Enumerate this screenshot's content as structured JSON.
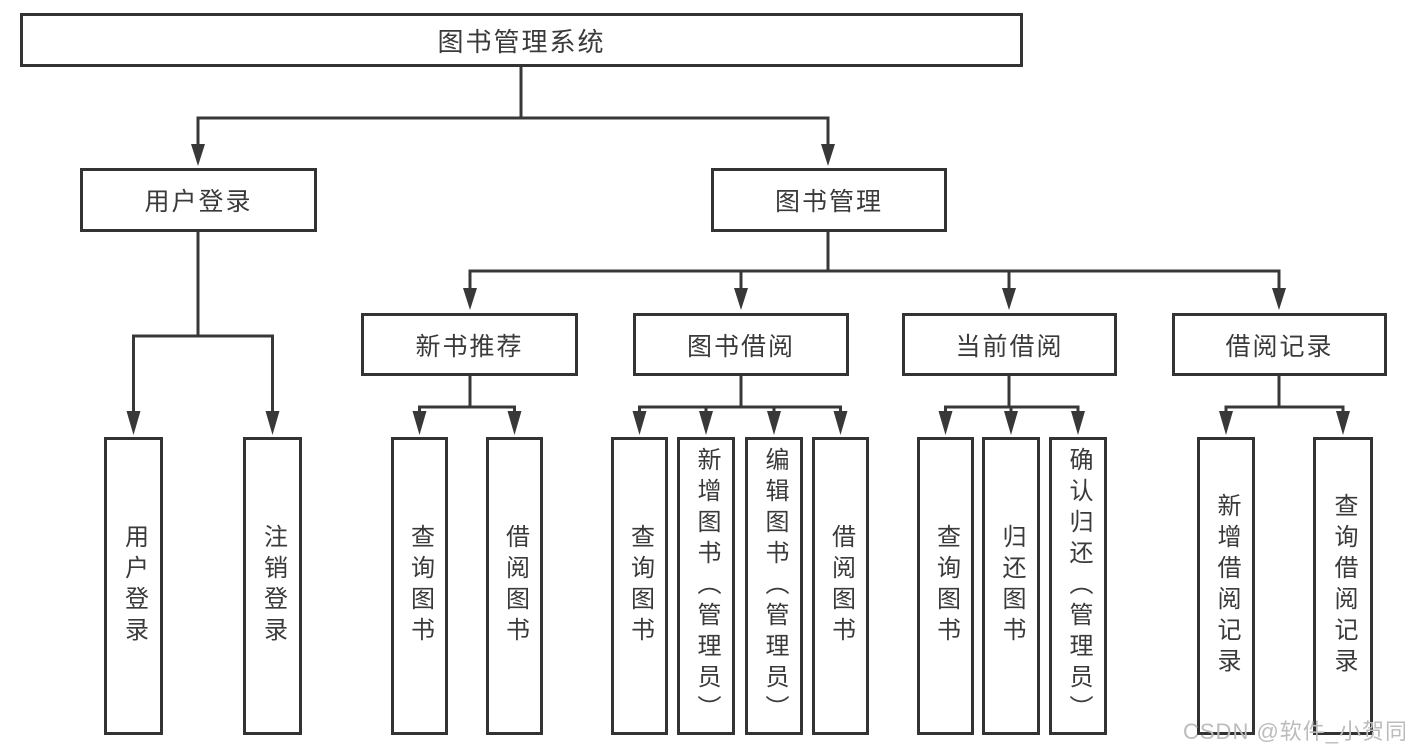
{
  "diagram_title": "图书管理系统",
  "tree": {
    "label": "图书管理系统",
    "children": [
      {
        "label": "用户登录",
        "children": [
          {
            "label": "用户登录"
          },
          {
            "label": "注销登录"
          }
        ]
      },
      {
        "label": "图书管理",
        "children": [
          {
            "label": "新书推荐",
            "children": [
              {
                "label": "查询图书"
              },
              {
                "label": "借阅图书"
              }
            ]
          },
          {
            "label": "图书借阅",
            "children": [
              {
                "label": "查询图书"
              },
              {
                "label": "新增图书（管理员）"
              },
              {
                "label": "编辑图书（管理员）"
              },
              {
                "label": "借阅图书"
              }
            ]
          },
          {
            "label": "当前借阅",
            "children": [
              {
                "label": "查询图书"
              },
              {
                "label": "归还图书"
              },
              {
                "label": "确认归还（管理员）"
              }
            ]
          },
          {
            "label": "借阅记录",
            "children": [
              {
                "label": "新增借阅记录"
              },
              {
                "label": "查询借阅记录"
              }
            ]
          }
        ]
      }
    ]
  },
  "watermark": {
    "text": "CSDN @软件_小贺同学"
  },
  "colors": {
    "line": "#383838",
    "box_border": "#333333",
    "box_fill": "#ffffff",
    "text": "#3a3a3a",
    "watermark": "#bcbcbc",
    "background": "#ffffff"
  }
}
